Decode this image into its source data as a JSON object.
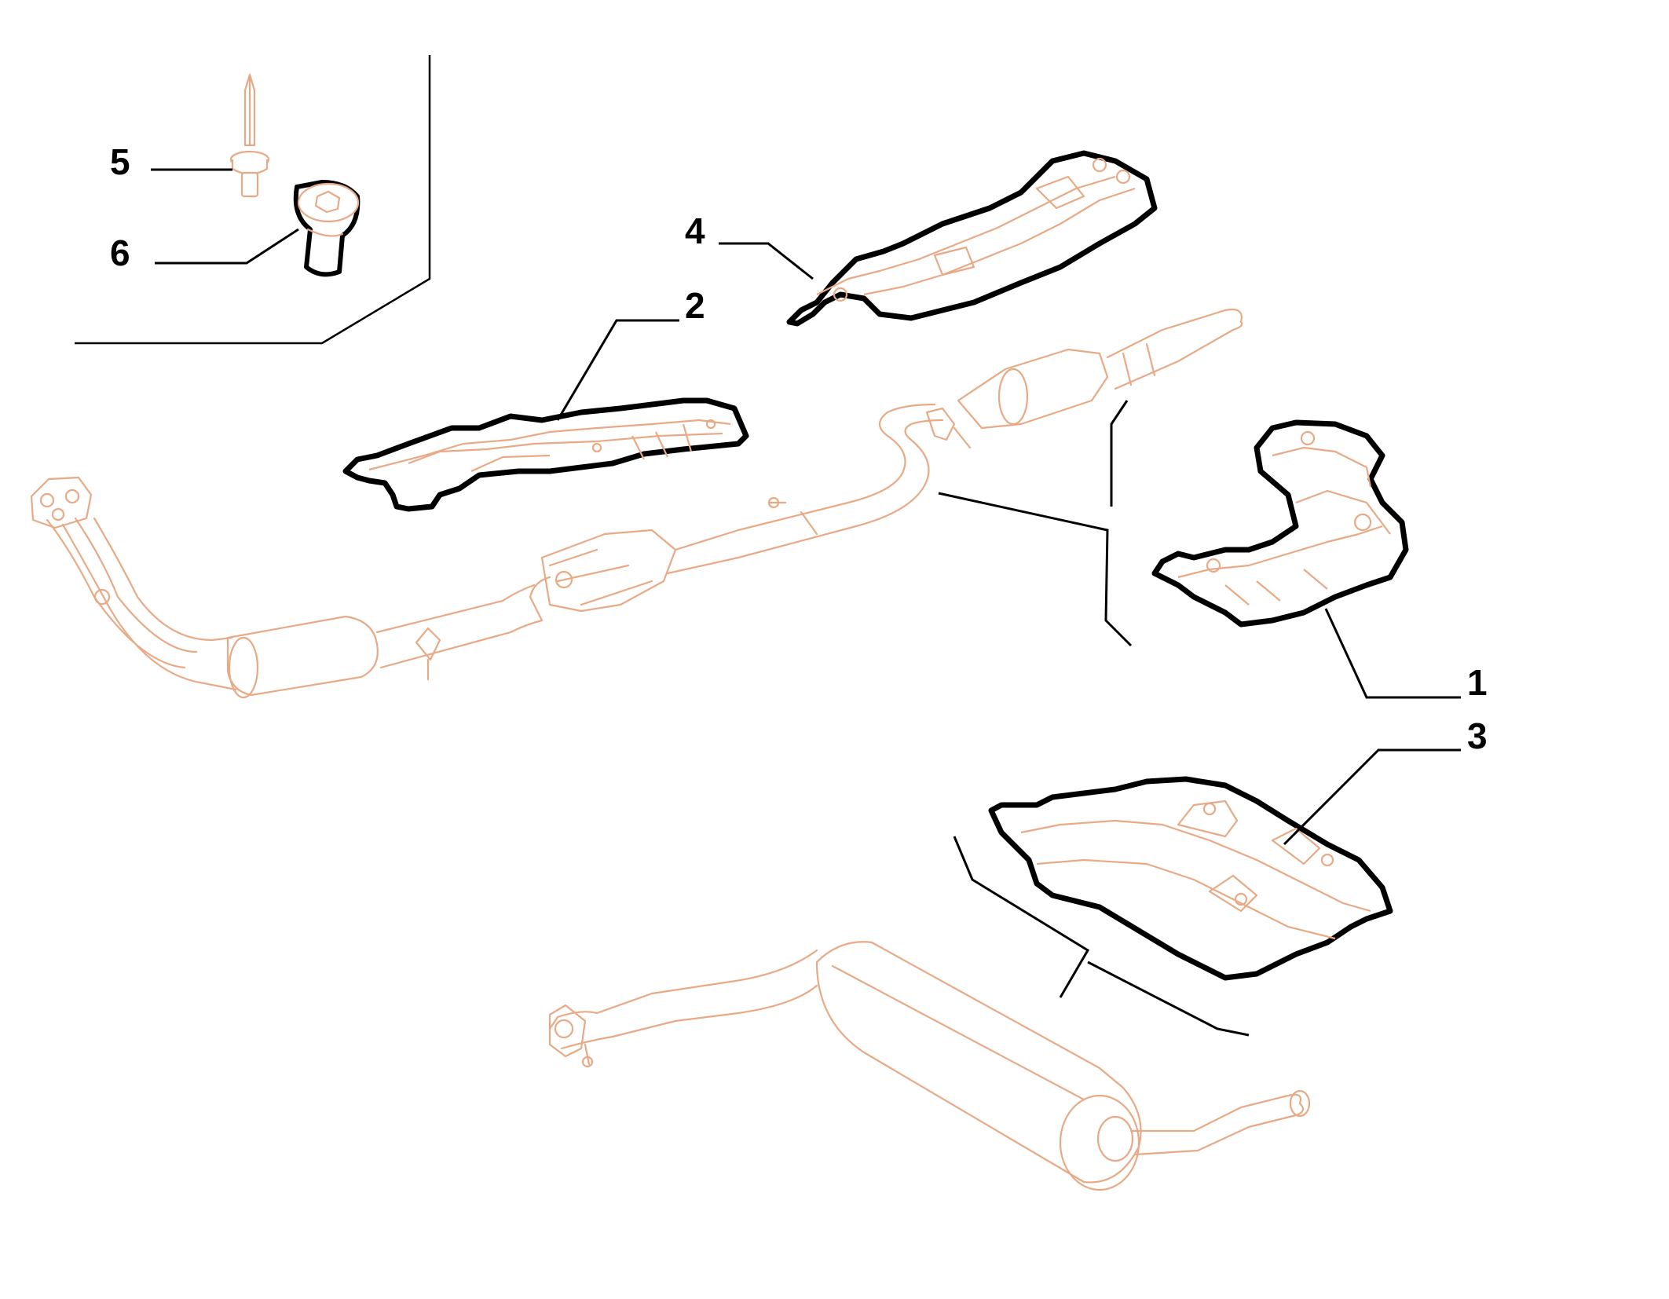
{
  "callouts": [
    {
      "id": "1",
      "label": "1"
    },
    {
      "id": "2",
      "label": "2"
    },
    {
      "id": "3",
      "label": "3"
    },
    {
      "id": "4",
      "label": "4"
    },
    {
      "id": "5",
      "label": "5"
    },
    {
      "id": "6",
      "label": "6"
    }
  ],
  "colors": {
    "outline": "#000000",
    "linework": "#e8aa86",
    "background": "#ffffff"
  }
}
